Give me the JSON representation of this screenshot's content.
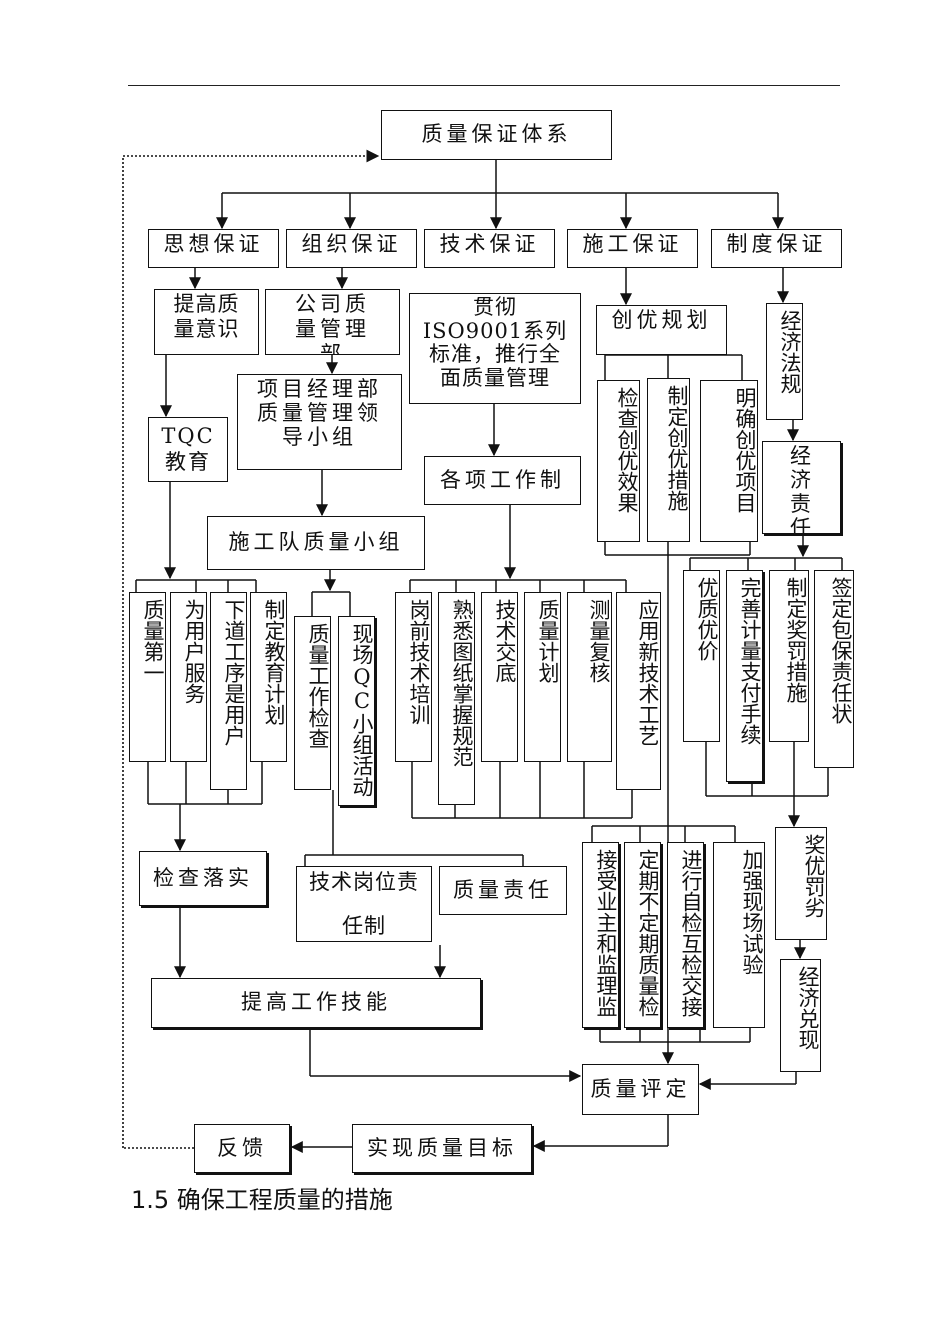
{
  "diagram": {
    "root": "质量保证体系",
    "categories": [
      "思想保证",
      "组织保证",
      "技术保证",
      "施工保证",
      "制度保证"
    ],
    "col1": {
      "awareness": "提高质量意识",
      "tqc": "TQC教育",
      "items": [
        "质量第一",
        "为用户服务",
        "下道工序是用户",
        "制定教育计划"
      ],
      "check": "检查落实"
    },
    "col2": {
      "dept": "公司质量管理部",
      "group": "项目经理部质量管理领导小组",
      "team": "施工队质量小组",
      "items": [
        "质量工作检查",
        "现场QC小组活动"
      ],
      "duty_a": "技术岗位责任制",
      "duty_b": "质量责任"
    },
    "col3": {
      "iso": "贯彻 ISO9001系列标准，推行全面质量管理",
      "systems": "各项工作制",
      "items": [
        "岗前技术培训",
        "熟悉图纸掌握规范",
        "技术交底",
        "质量计划",
        "测量复核",
        "应用新技术工艺"
      ]
    },
    "col4": {
      "plan": "创优规划",
      "items": [
        "检查创优效果",
        "制定创优措施",
        "明确创优项目"
      ],
      "bottom": [
        "接受业主和监理监",
        "定期不定期质量检",
        "进行自检互检交接",
        "加强现场试验"
      ]
    },
    "col5": {
      "law": "经济法规",
      "resp": "经济责任制",
      "items": [
        "优质优价",
        "完善计量支付手续",
        "制定奖罚措施",
        "签定包保责任状"
      ],
      "reward": "奖优罚劣",
      "cash": "经济兑现"
    },
    "skills": "提高工作技能",
    "evaluation": "质量评定",
    "goal": "实现质量目标",
    "feedback": "反馈"
  },
  "caption": "1.5 确保工程质量的措施"
}
